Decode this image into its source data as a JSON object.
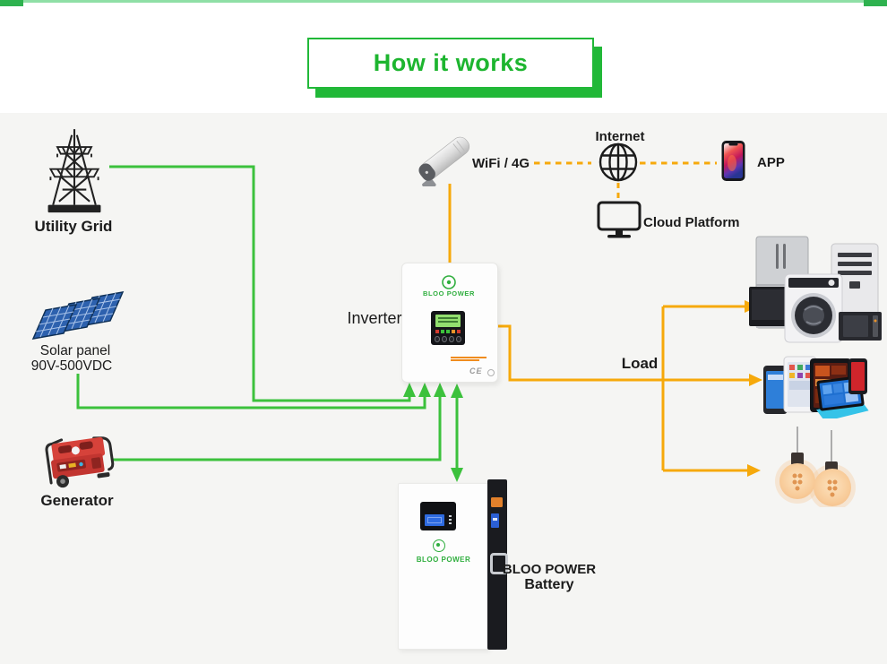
{
  "page": {
    "title": "How it works"
  },
  "colors": {
    "title_green": "#1db52f",
    "box_border_green": "#21b838",
    "line_green": "#3cc13c",
    "line_yellow": "#f6a90b",
    "brand_green": "#2fae3e"
  },
  "nodes": {
    "utility_grid": {
      "label": "Utility Grid"
    },
    "solar_panel": {
      "label": "Solar panel",
      "sublabel": "90V-500VDC"
    },
    "generator": {
      "label": "Generator"
    },
    "inverter": {
      "label": "Inverter",
      "brand": "BLOO POWER",
      "ce_mark": "CE"
    },
    "wifi": {
      "label": "WiFi / 4G"
    },
    "internet": {
      "label": "Internet"
    },
    "app": {
      "label": "APP"
    },
    "cloud": {
      "label": "Cloud Platform"
    },
    "load": {
      "label": "Load"
    },
    "battery": {
      "label_line1": "BLOO POWER",
      "label_line2": "Battery",
      "brand": "BLOO POWER"
    }
  }
}
